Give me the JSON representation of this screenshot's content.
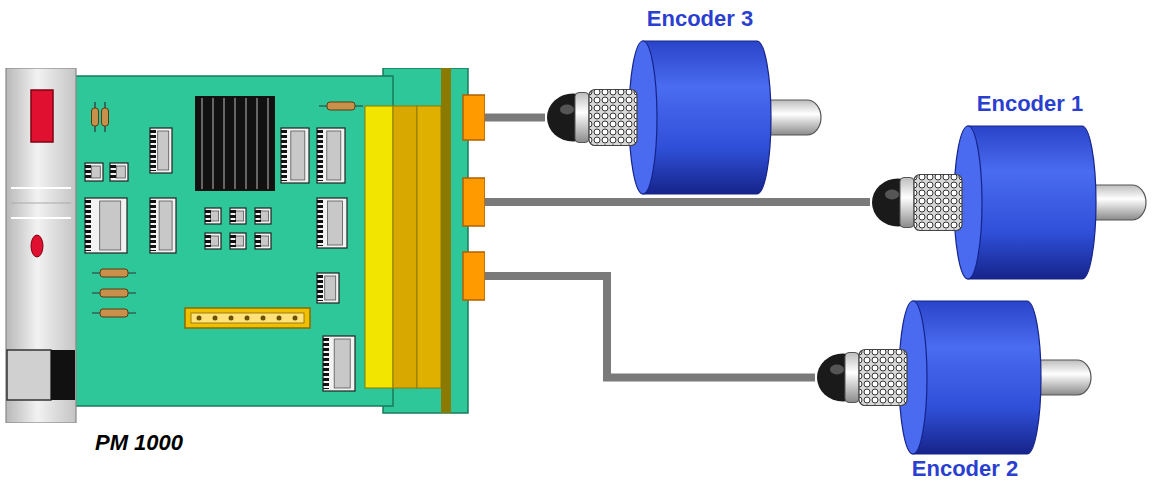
{
  "diagram": {
    "nodes": [
      {
        "text": [
          "PM 1000"
        ]
      },
      {
        "text": [
          "Encoder 3"
        ]
      },
      {
        "text": [
          "Encoder 1"
        ]
      },
      {
        "text": [
          "Encoder 2"
        ]
      }
    ],
    "edges": [
      {
        "from": 0,
        "to": 1,
        "arrow": "none"
      },
      {
        "from": 0,
        "to": 2,
        "arrow": "none"
      },
      {
        "from": 0,
        "to": 3,
        "arrow": "none"
      }
    ]
  }
}
